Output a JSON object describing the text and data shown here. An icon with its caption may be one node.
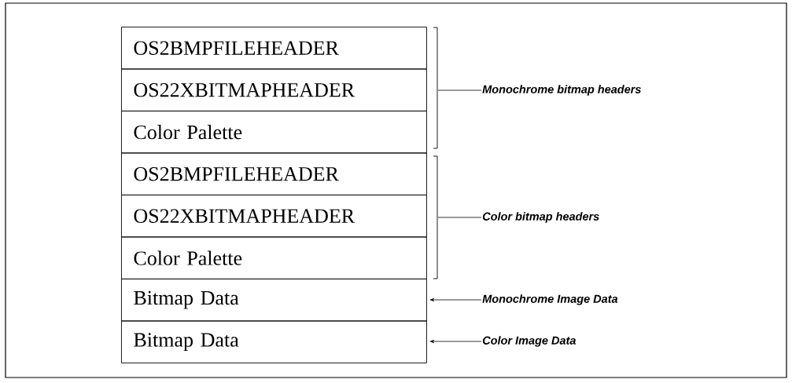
{
  "diagram": {
    "nodes": [
      {
        "text": [
          "OS2BMPFILEHEADER"
        ]
      },
      {
        "text": [
          "OS22XBITMAPHEADER"
        ]
      },
      {
        "text": [
          "Color Palette"
        ]
      },
      {
        "text": [
          "OS2BMPFILEHEADER"
        ]
      },
      {
        "text": [
          "OS22XBITMAPHEADER"
        ]
      },
      {
        "text": [
          "Color Palette"
        ]
      },
      {
        "text": [
          "Bitmap Data"
        ]
      },
      {
        "text": [
          "Bitmap Data"
        ]
      },
      {
        "text": [
          "Monochrome bitmap headers"
        ]
      },
      {
        "text": [
          "Color bitmap headers"
        ]
      },
      {
        "text": [
          "Monochrome Image Data"
        ]
      },
      {
        "text": [
          "Color Image Data"
        ]
      }
    ],
    "edges": [
      {
        "from": 8,
        "to": null,
        "arrow": "none"
      },
      {
        "from": 9,
        "to": null,
        "arrow": "none"
      },
      {
        "from": 10,
        "to": 6,
        "arrow": "to"
      },
      {
        "from": 11,
        "to": 7,
        "arrow": "to"
      }
    ]
  }
}
